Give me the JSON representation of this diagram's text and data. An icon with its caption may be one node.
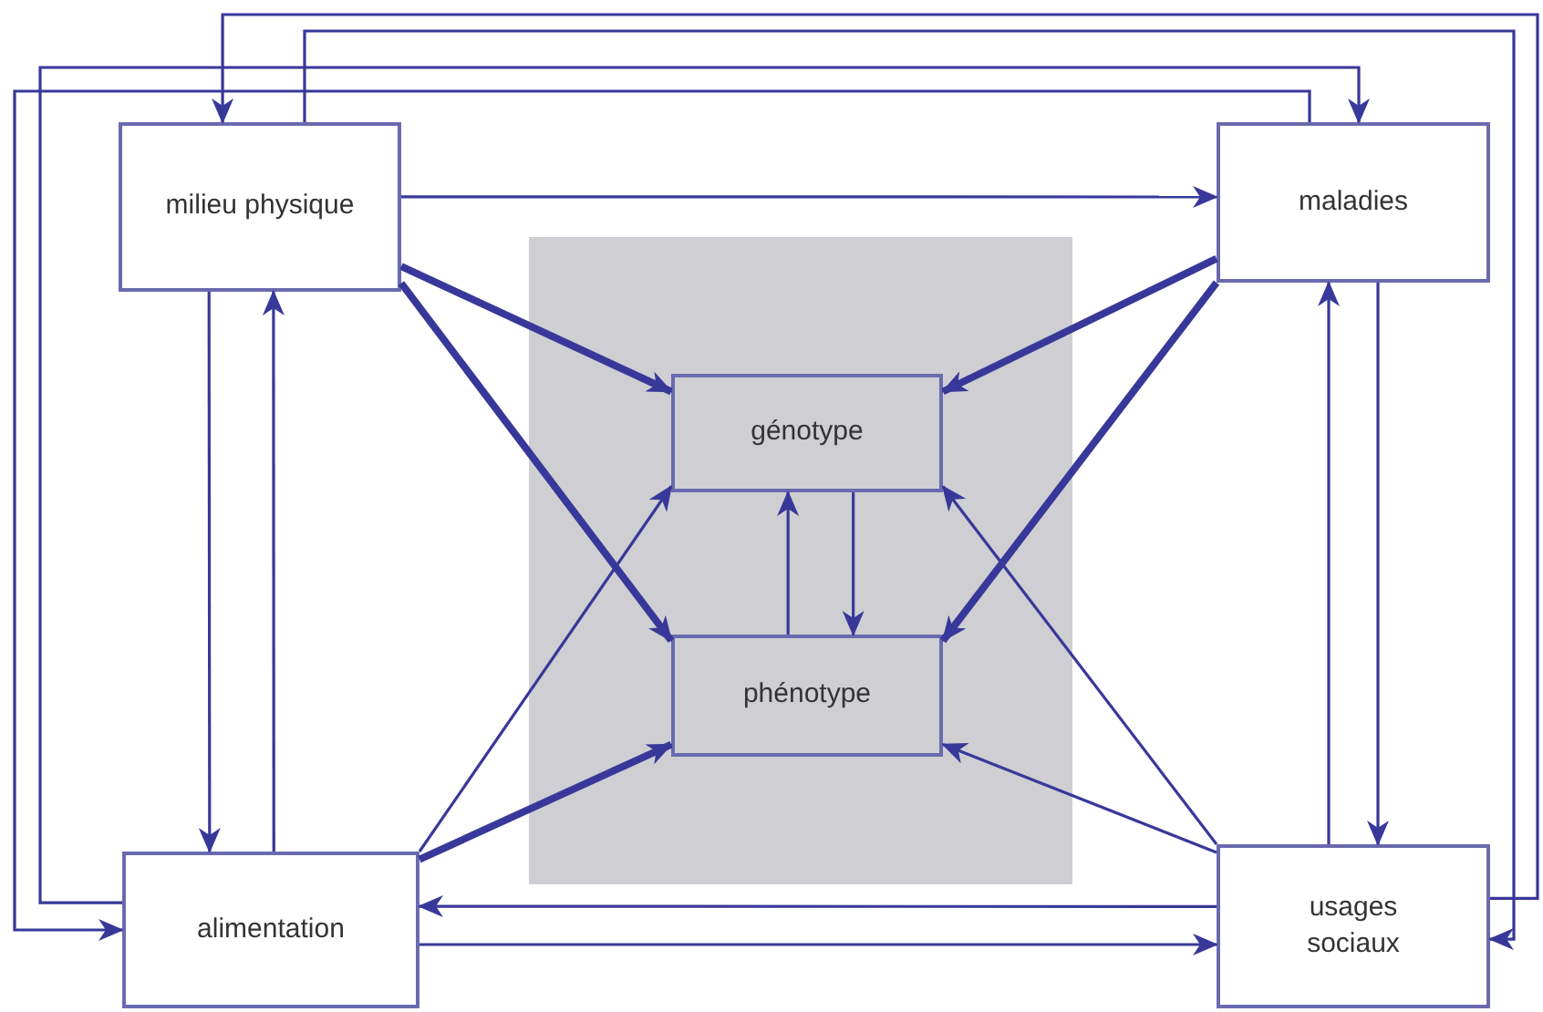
{
  "diagram": {
    "nodes": [
      {
        "text": [
          "milieu physique"
        ]
      },
      {
        "text": [
          "maladies"
        ]
      },
      {
        "text": [],
        "shape": "box"
      },
      {
        "text": [
          "génotype"
        ],
        "in": 2
      },
      {
        "text": [
          "phénotype"
        ],
        "in": 2
      },
      {
        "text": [
          "alimentation"
        ]
      },
      {
        "text": [
          "usages sociaux"
        ]
      }
    ],
    "edges": [
      {
        "from": 0,
        "to": 1,
        "arrow": "to"
      },
      {
        "from": 0,
        "to": 5,
        "arrow": "to"
      },
      {
        "from": 5,
        "to": 0,
        "arrow": "to"
      },
      {
        "from": 1,
        "to": 6,
        "arrow": "to"
      },
      {
        "from": 6,
        "to": 1,
        "arrow": "to"
      },
      {
        "from": 6,
        "to": 5,
        "arrow": "to"
      },
      {
        "from": 5,
        "to": 6,
        "arrow": "to"
      },
      {
        "from": 6,
        "to": 0,
        "arrow": "to"
      },
      {
        "from": 0,
        "to": 6,
        "arrow": "to"
      },
      {
        "from": 5,
        "to": 1,
        "arrow": "to"
      },
      {
        "from": 1,
        "to": 5,
        "arrow": "to"
      },
      {
        "from": 0,
        "to": 3,
        "arrow": "to",
        "style": "thick"
      },
      {
        "from": 0,
        "to": 4,
        "arrow": "to",
        "style": "thick"
      },
      {
        "from": 1,
        "to": 3,
        "arrow": "to",
        "style": "thick"
      },
      {
        "from": 1,
        "to": 4,
        "arrow": "to",
        "style": "thick"
      },
      {
        "from": 5,
        "to": 3,
        "arrow": "to"
      },
      {
        "from": 5,
        "to": 4,
        "arrow": "to",
        "style": "thick"
      },
      {
        "from": 6,
        "to": 3,
        "arrow": "to"
      },
      {
        "from": 6,
        "to": 4,
        "arrow": "to"
      },
      {
        "from": 3,
        "to": 4,
        "arrow": "to"
      },
      {
        "from": 4,
        "to": 3,
        "arrow": "to"
      }
    ]
  }
}
